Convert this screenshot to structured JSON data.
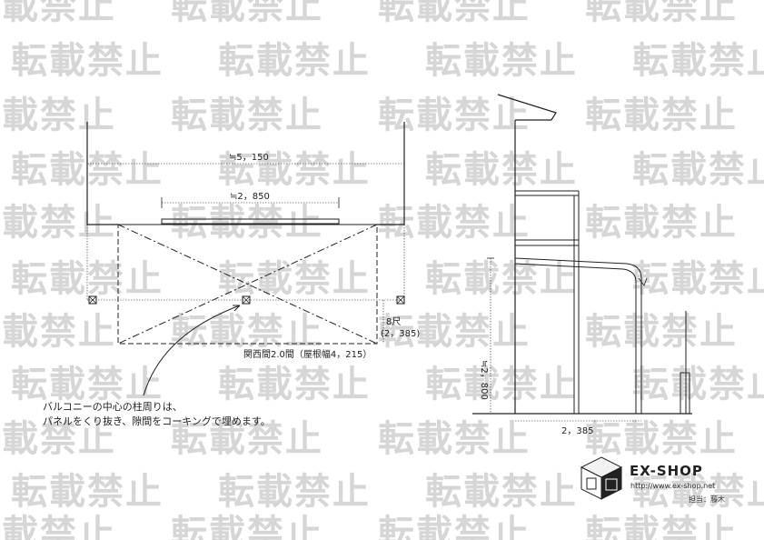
{
  "watermark": {
    "text": "転載禁止"
  },
  "plan": {
    "dim_overall": "≒5，150",
    "dim_panel": "≒2，850",
    "side_label_line1": "8尺",
    "side_label_line2": "(2，385)",
    "bottom_label": "関西間2.0間（屋根幅4，215）"
  },
  "annotation": {
    "line1": "バルコニーの中心の柱周りは、",
    "line2": "パネルをくり抜き、隙間をコーキングで埋めます。"
  },
  "elevation": {
    "dim_height": "≒2，800",
    "dim_width": "2，385"
  },
  "brand": {
    "name": "EX-SHOP",
    "url": "http://www.ex-shop.net",
    "staff": "担当：藤木",
    "logo_mark": "cube-logo"
  }
}
